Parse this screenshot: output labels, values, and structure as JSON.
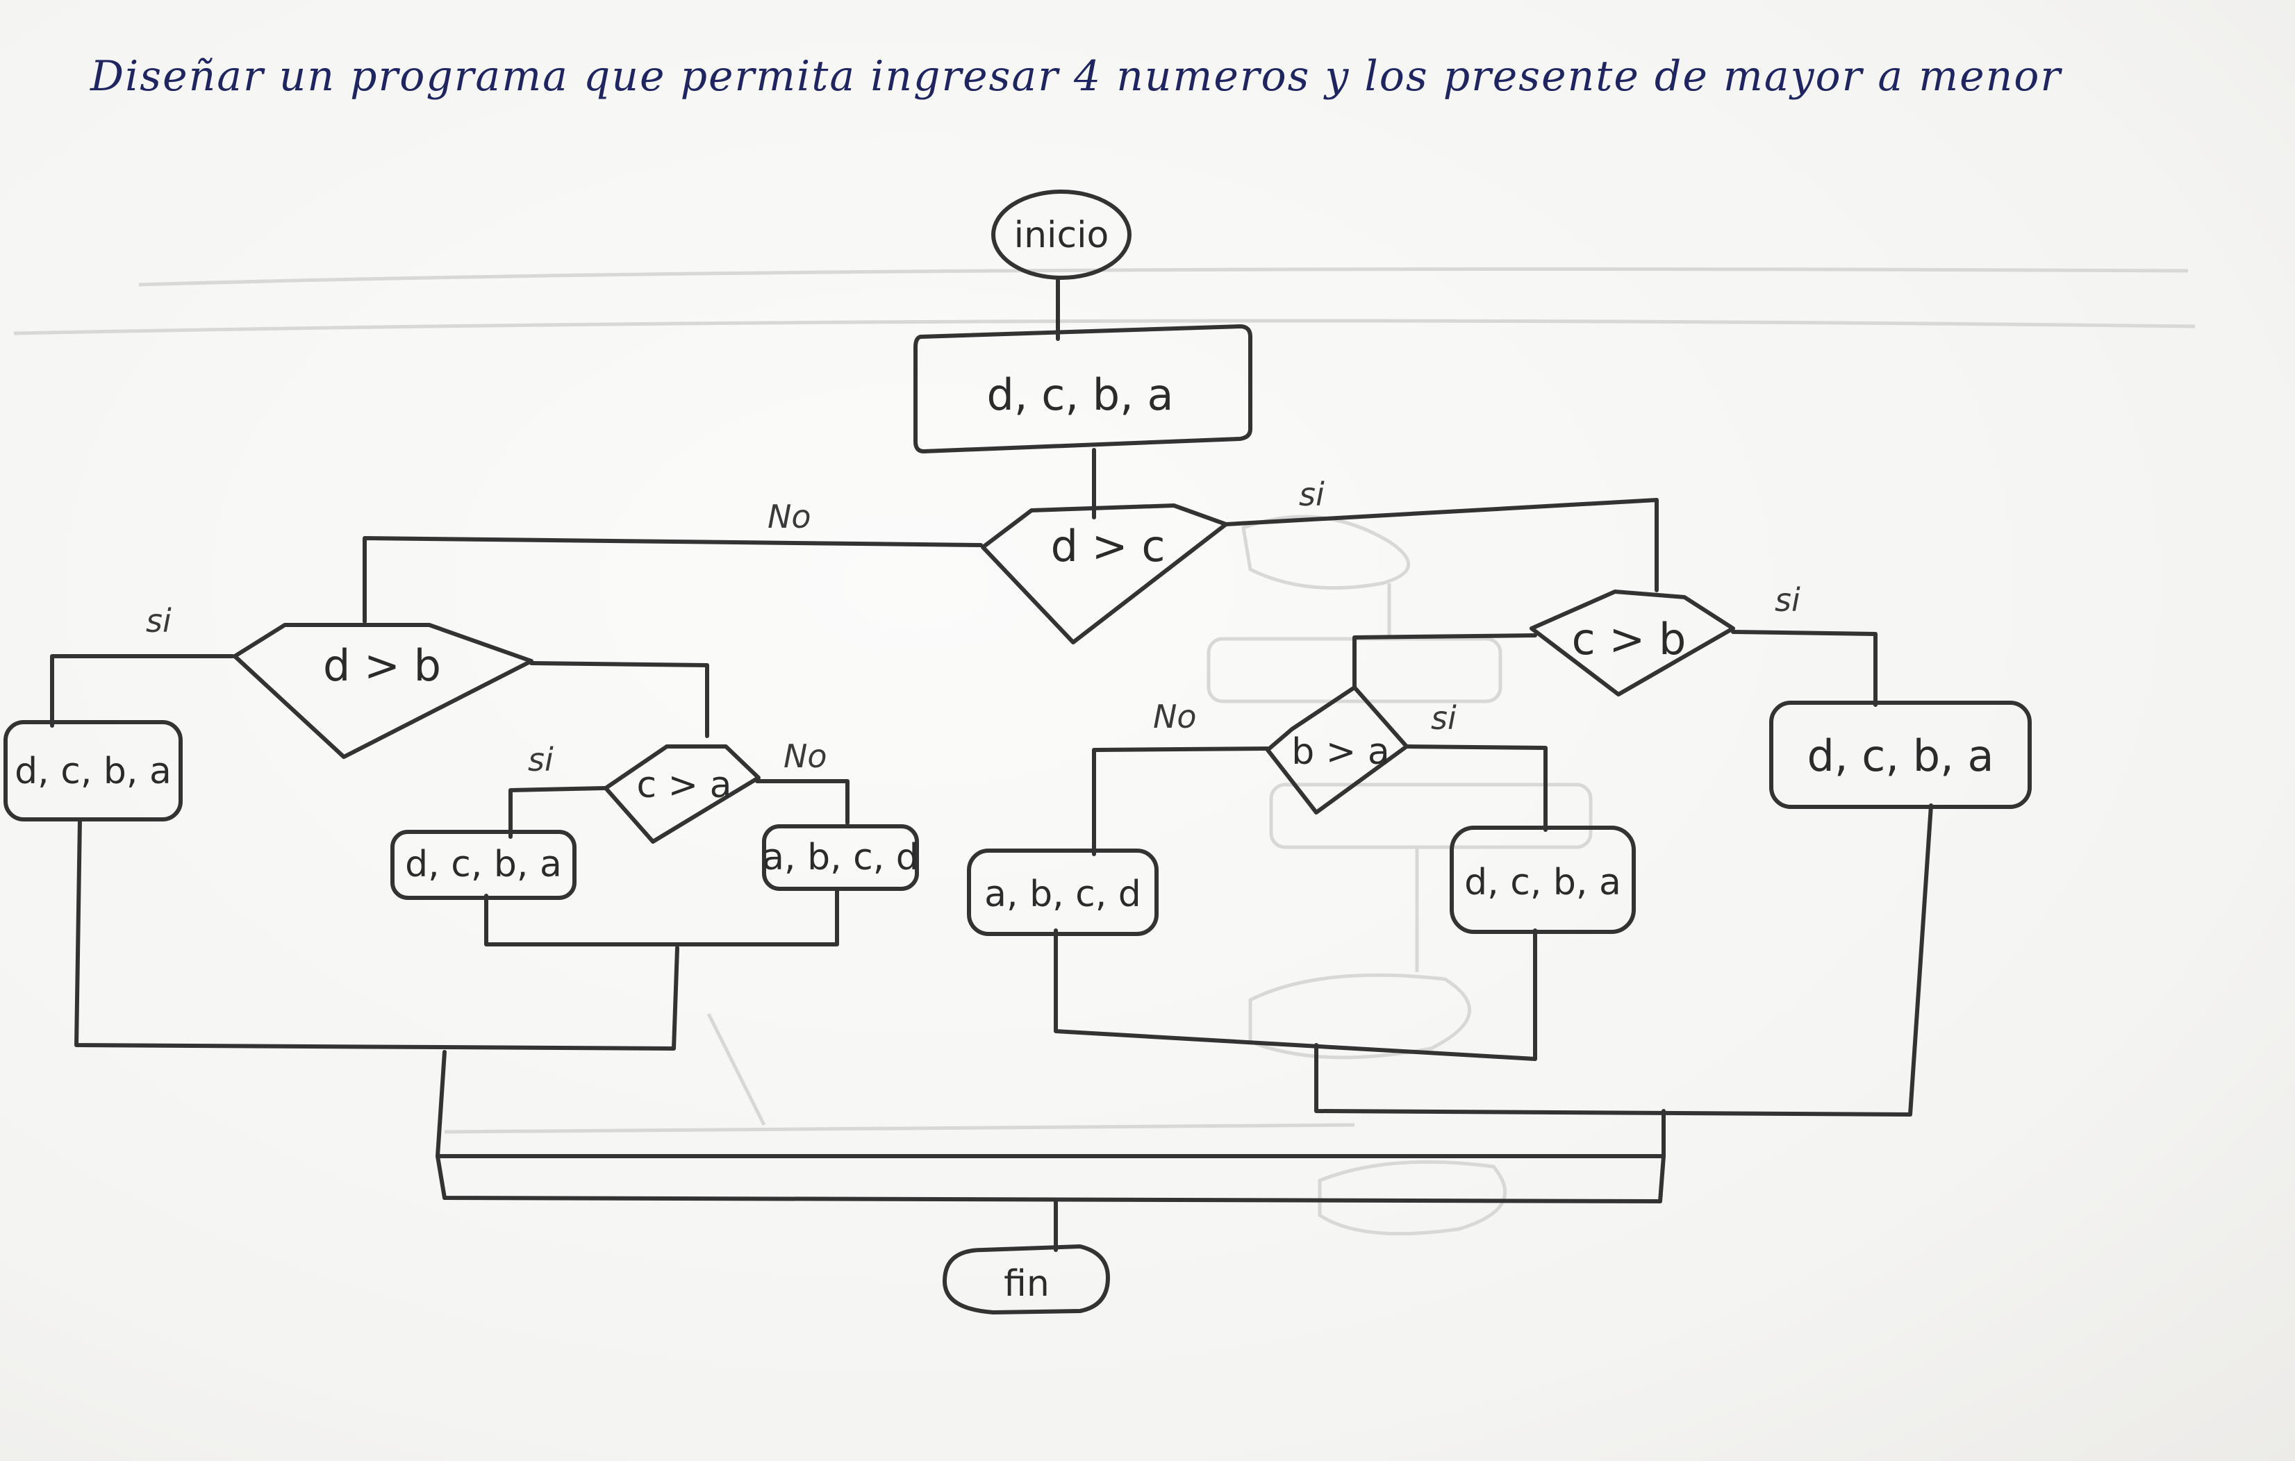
{
  "title": "Diseñar un programa que permita ingresar 4 numeros y los presente de mayor a menor",
  "nodes": {
    "start": "inicio",
    "input": "d, c, b, a",
    "dec_main": "d > c",
    "dec_left": "d > b",
    "dec_left_inner": "c > a",
    "dec_right": "c > b",
    "dec_right_inner": "b > a",
    "out_far_left": "d, c, b, a",
    "out_left_si": "d, c, b, a",
    "out_left_no": "a, b, c, d",
    "out_right_no": "a, b, c, d",
    "out_right_si": "d, c, b, a",
    "out_far_right": "d, c, b, a",
    "end": "fin"
  },
  "branches": {
    "main_no": "No",
    "main_si": "si",
    "left_si": "si",
    "left_inner_si": "si",
    "left_inner_no": "No",
    "right_si": "si",
    "right_inner_no": "No",
    "right_inner_si": "si"
  }
}
